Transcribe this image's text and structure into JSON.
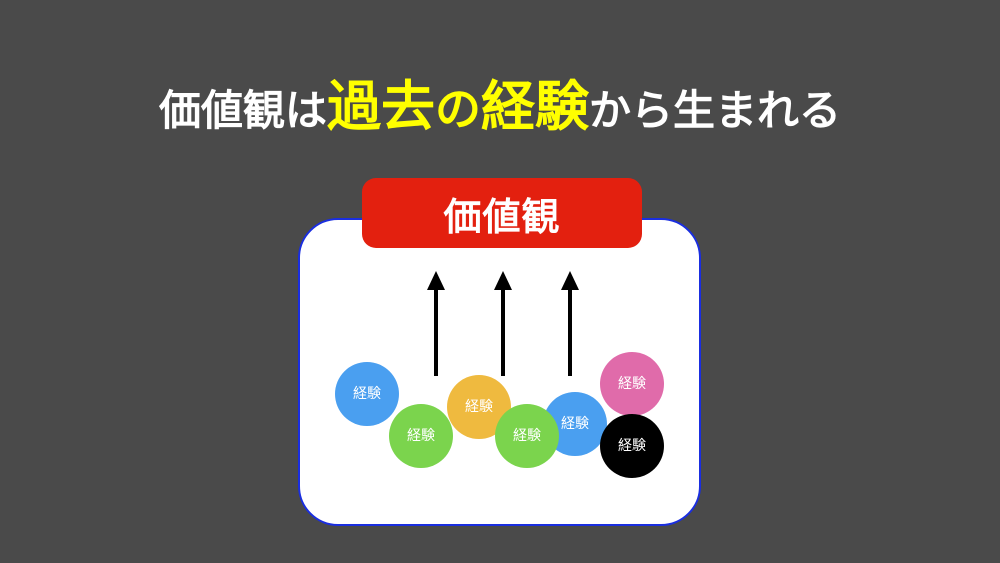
{
  "headline": {
    "part1": "価値観は",
    "part2": "過去",
    "part3": "の",
    "part4": "経験",
    "part5": "から生まれる"
  },
  "diagram": {
    "label": "価値観",
    "bubble_text": "経験",
    "bubbles": [
      {
        "name": "experience-bubble-blue-left",
        "color": "#4a9ff0"
      },
      {
        "name": "experience-bubble-green-left",
        "color": "#7bd44d"
      },
      {
        "name": "experience-bubble-yellow",
        "color": "#efba3f"
      },
      {
        "name": "experience-bubble-green-right",
        "color": "#7bd44d"
      },
      {
        "name": "experience-bubble-blue-right",
        "color": "#4a9ff0"
      },
      {
        "name": "experience-bubble-pink",
        "color": "#e06baa"
      },
      {
        "name": "experience-bubble-black",
        "color": "#000000"
      }
    ]
  },
  "colors": {
    "background": "#4a4a4a",
    "highlight": "#ffff00",
    "label_bar": "#e3200f",
    "box_border": "#1a2ee0"
  }
}
